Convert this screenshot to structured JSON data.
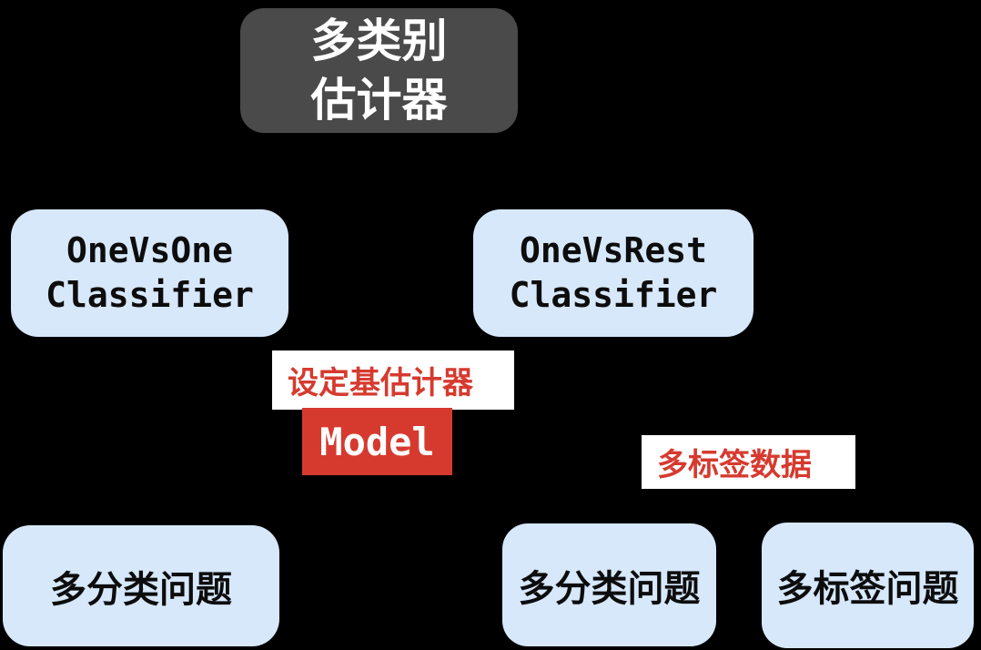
{
  "diagram": {
    "root": {
      "line1": "多类别",
      "line2": "估计器"
    },
    "one_vs_one": {
      "line1": "OneVsOne",
      "line2": "Classifier"
    },
    "one_vs_rest": {
      "line1": "OneVsRest",
      "line2": "Classifier"
    },
    "base_estimator_label": "设定基估计器",
    "model": "Model",
    "multilabel_data_label": "多标签数据",
    "multiclass_problem_left": "多分类问题",
    "multiclass_problem_middle": "多分类问题",
    "multilabel_problem": "多标签问题"
  },
  "colors": {
    "background": "#000000",
    "root_node_bg": "#4a4a4a",
    "root_node_text": "#ffffff",
    "classifier_node_bg": "#d7e8fb",
    "classifier_node_text": "#0d0d0d",
    "accent_red": "#d63a2f",
    "label_bg": "#ffffff",
    "model_text": "#ffffff"
  }
}
